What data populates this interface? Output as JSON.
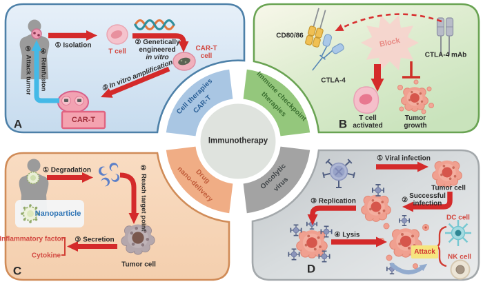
{
  "center_label": "Immunotherapy",
  "colors": {
    "panel_a_border": "#4d80a8",
    "panel_b_border": "#69a352",
    "panel_c_border": "#d08b57",
    "panel_d_border": "#a3a8ab",
    "wedge_blue": "#a9c6e3",
    "wedge_green": "#94c77c",
    "wedge_orange": "#f0ad85",
    "wedge_gray": "#a3a3a3",
    "arrow_red": "#d42a2a",
    "arrow_blue": "#44b9e7",
    "attack_box_yellow": "#f6e57e",
    "red_text": "#d24840"
  },
  "wedges": {
    "cell": {
      "line1": "Cell therapies",
      "line2": "CAR-T"
    },
    "checkpoint": {
      "line1": "Immune checkpoint",
      "line2": "therapies"
    },
    "drug": {
      "line1": "Drug",
      "line2": "nano-delivery"
    },
    "oncolytic": {
      "line1": "Oncolytic",
      "line2": "virus"
    }
  },
  "panelA": {
    "letter": "A",
    "isolation": "① Isolation",
    "t_cell": "T cell",
    "gen1": "② Genetically",
    "gen2": "engineered",
    "gen3": "in vitro",
    "cart_cell1": "CAR-T",
    "cart_cell2": "cell",
    "amplification": "③ In vitro amplification",
    "cart_box": "CAR-T",
    "reinfusion": "④ Reinfusion",
    "attack_tumor": "⑤ Attack tumor"
  },
  "panelB": {
    "letter": "B",
    "cd80": "CD80/86",
    "ctla4": "CTLA-4",
    "block": "Block",
    "mab": "CTLA-4 mAb",
    "t_act1": "T cell",
    "t_act2": "activated",
    "growth1": "Tumor",
    "growth2": "growth"
  },
  "panelC": {
    "letter": "C",
    "degradation": "① Degradation",
    "nanoparticle": "Nanoparticle",
    "reach": "② Reach target point",
    "secretion": "③ Secretion",
    "inflammatory": "Inflammatory factor",
    "cytokine": "Cytokine",
    "tumor_cell": "Tumor cell"
  },
  "panelD": {
    "letter": "D",
    "viral": "① Viral infection",
    "tumor_cell": "Tumor cell",
    "succ_num": "②",
    "succ1": "Successful",
    "succ2": "infection",
    "replication": "③ Replication",
    "lysis": "④ Lysis",
    "attack": "Attack",
    "dc": "DC cell",
    "nk": "NK cell"
  }
}
